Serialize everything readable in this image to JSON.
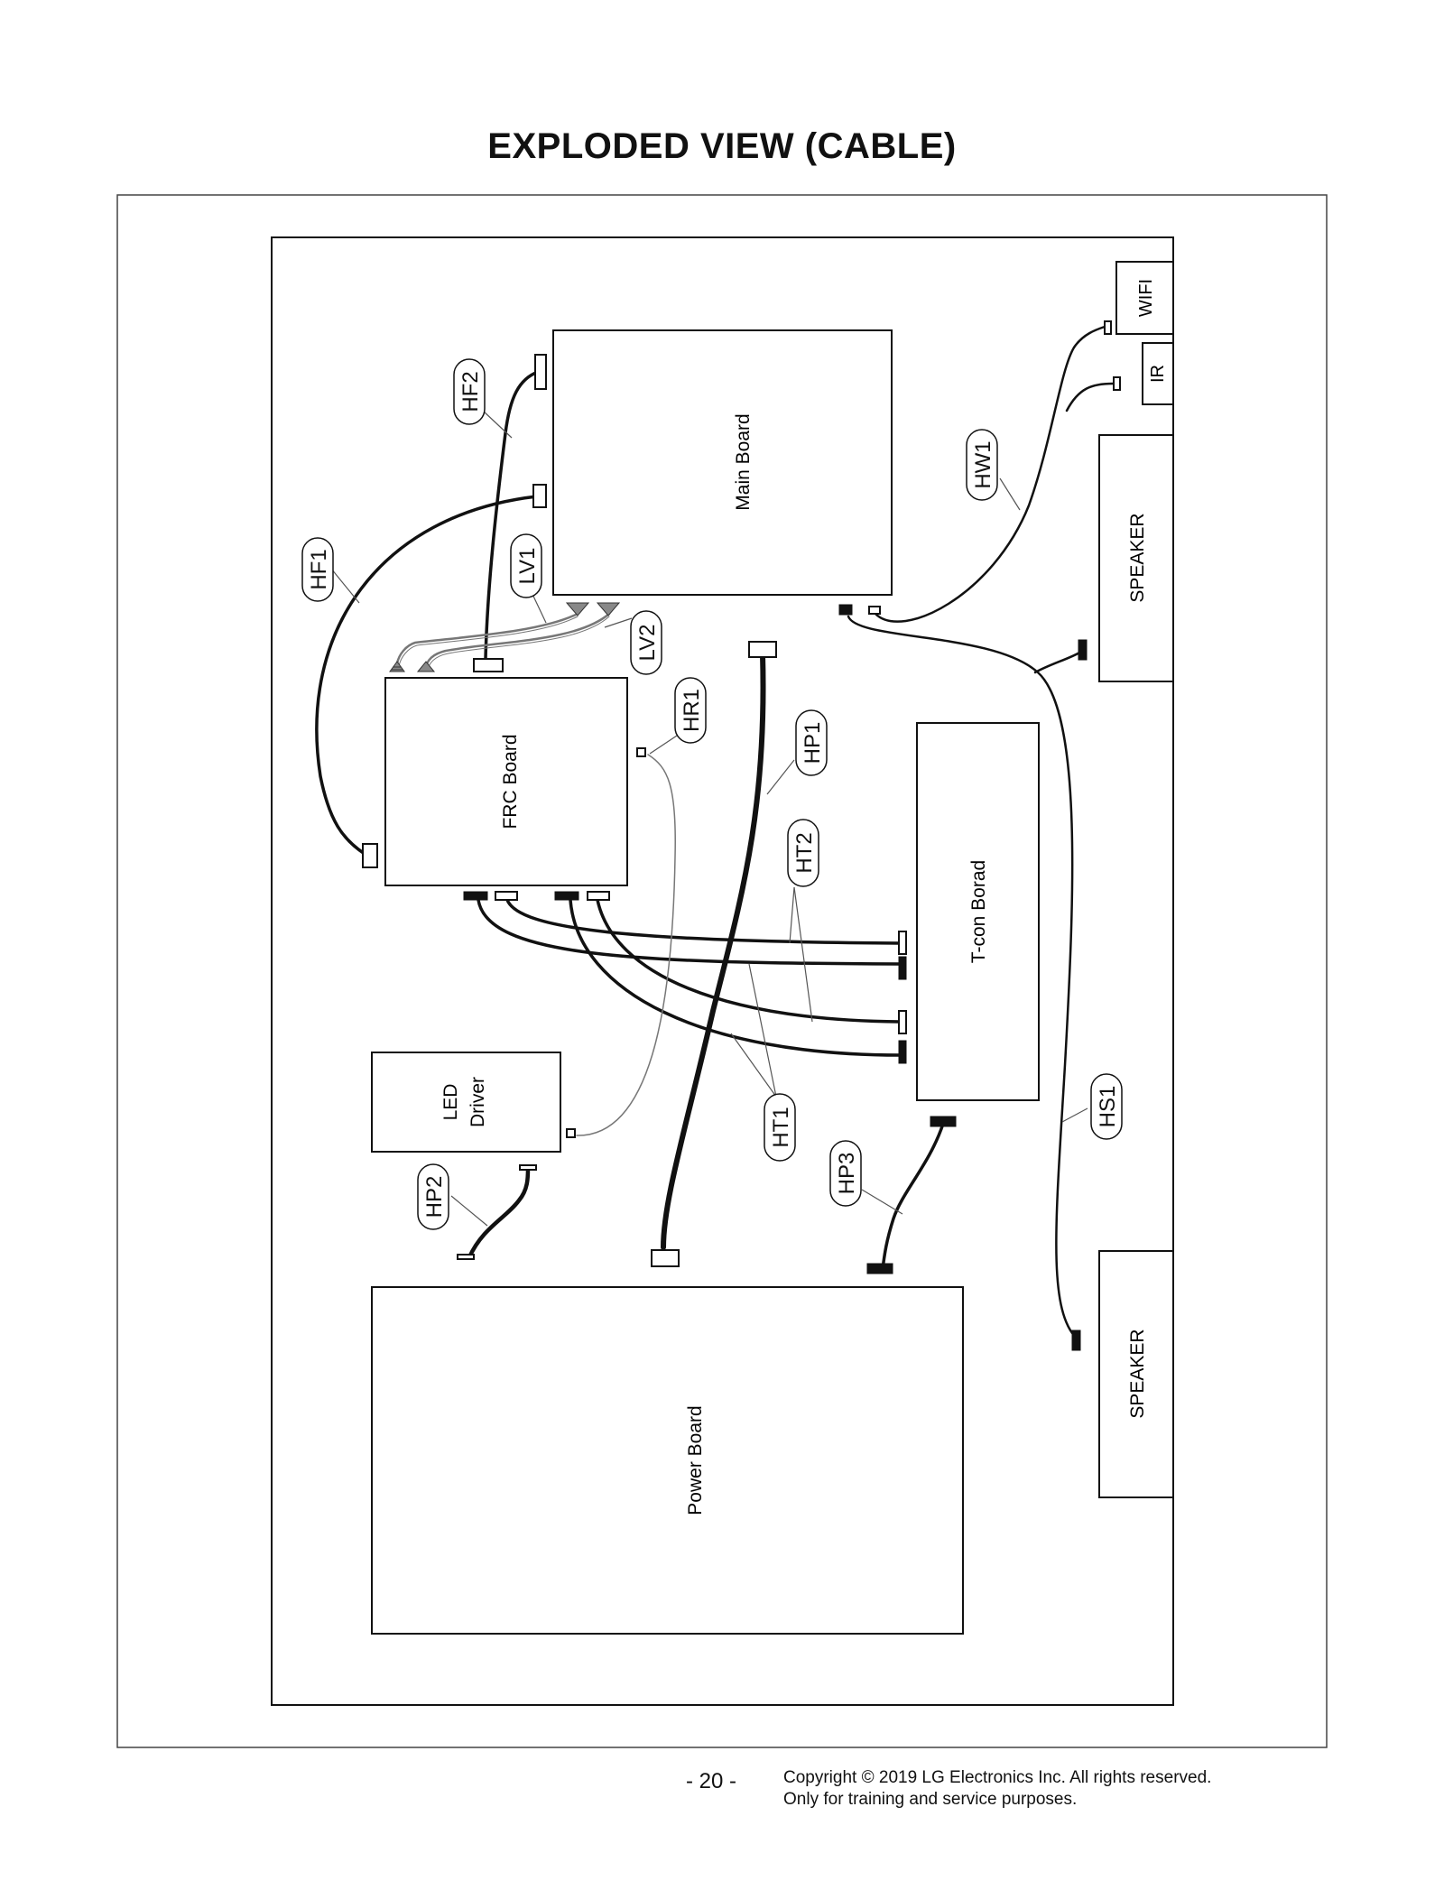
{
  "title": "EXPLODED VIEW (CABLE)",
  "components": {
    "main_board": "Main Board",
    "frc_board": "FRC Board",
    "tcon_board": "T-con Borad",
    "led_driver_line1": "LED",
    "led_driver_line2": "Driver",
    "power_board": "Power Board",
    "wifi": "WIFI",
    "ir": "IR",
    "speaker_top": "SPEAKER",
    "speaker_bottom": "SPEAKER"
  },
  "cables": {
    "hf1": "HF1",
    "hf2": "HF2",
    "lv1": "LV1",
    "lv2": "LV2",
    "hw1": "HW1",
    "hr1": "HR1",
    "hp1": "HP1",
    "ht2": "HT2",
    "ht1": "HT1",
    "hp2": "HP2",
    "hp3": "HP3",
    "hs1": "HS1"
  },
  "footer": {
    "page_number": "- 20 -",
    "copyright_line1": "Copyright © 2019 LG Electronics Inc. All rights reserved.",
    "copyright_line2": "Only for training and service purposes."
  }
}
